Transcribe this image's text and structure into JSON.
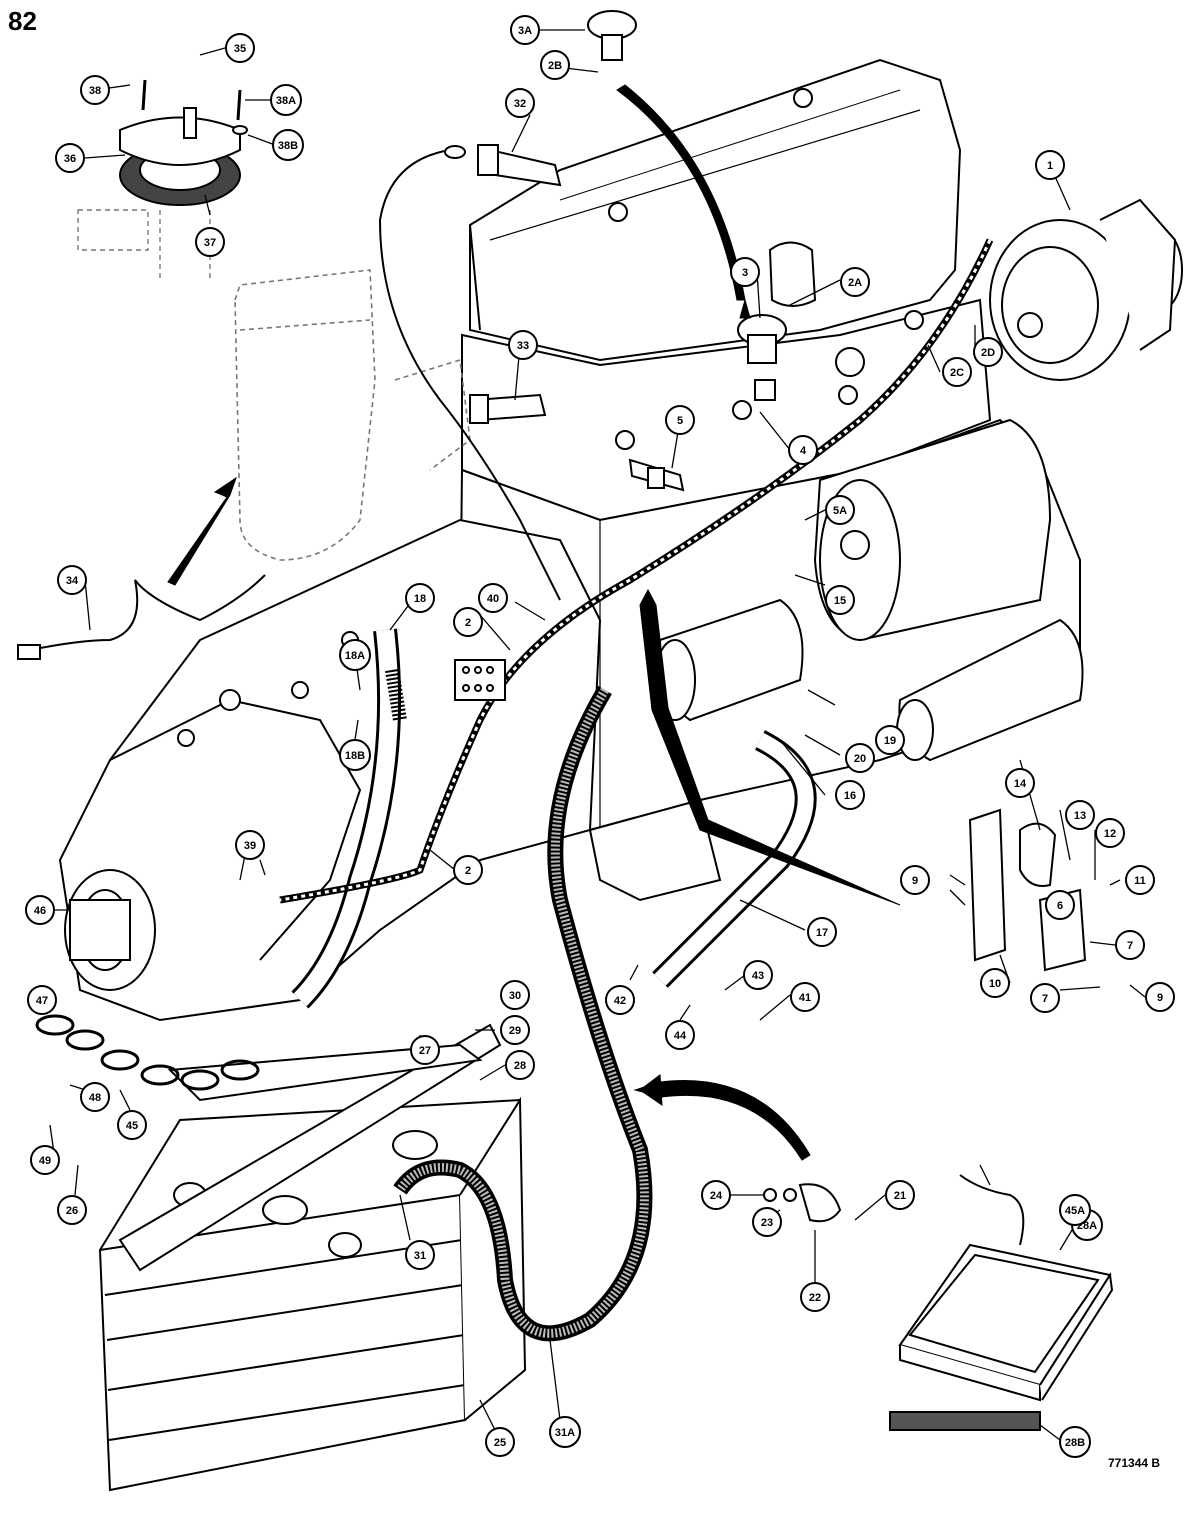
{
  "page_number": "82",
  "drawing_id": "771344 B",
  "callouts": [
    {
      "id": "c1",
      "label": "1"
    },
    {
      "id": "c2a",
      "label": "2"
    },
    {
      "id": "c2b",
      "label": "2"
    },
    {
      "id": "c2A",
      "label": "2A"
    },
    {
      "id": "c2B",
      "label": "2B"
    },
    {
      "id": "c2C",
      "label": "2C"
    },
    {
      "id": "c2D",
      "label": "2D"
    },
    {
      "id": "c3",
      "label": "3"
    },
    {
      "id": "c3A",
      "label": "3A"
    },
    {
      "id": "c4",
      "label": "4"
    },
    {
      "id": "c5",
      "label": "5"
    },
    {
      "id": "c5A",
      "label": "5A"
    },
    {
      "id": "c6",
      "label": "6"
    },
    {
      "id": "c7a",
      "label": "7"
    },
    {
      "id": "c7b",
      "label": "7"
    },
    {
      "id": "c9a",
      "label": "9"
    },
    {
      "id": "c9b",
      "label": "9"
    },
    {
      "id": "c10",
      "label": "10"
    },
    {
      "id": "c11",
      "label": "11"
    },
    {
      "id": "c12",
      "label": "12"
    },
    {
      "id": "c13",
      "label": "13"
    },
    {
      "id": "c14",
      "label": "14"
    },
    {
      "id": "c15",
      "label": "15"
    },
    {
      "id": "c16",
      "label": "16"
    },
    {
      "id": "c17",
      "label": "17"
    },
    {
      "id": "c18",
      "label": "18"
    },
    {
      "id": "c18A",
      "label": "18A"
    },
    {
      "id": "c18B",
      "label": "18B"
    },
    {
      "id": "c19",
      "label": "19"
    },
    {
      "id": "c20",
      "label": "20"
    },
    {
      "id": "c21",
      "label": "21"
    },
    {
      "id": "c22",
      "label": "22"
    },
    {
      "id": "c23",
      "label": "23"
    },
    {
      "id": "c24",
      "label": "24"
    },
    {
      "id": "c25",
      "label": "25"
    },
    {
      "id": "c26",
      "label": "26"
    },
    {
      "id": "c27",
      "label": "27"
    },
    {
      "id": "c28",
      "label": "28"
    },
    {
      "id": "c28A",
      "label": "28A"
    },
    {
      "id": "c28B",
      "label": "28B"
    },
    {
      "id": "c29",
      "label": "29"
    },
    {
      "id": "c30",
      "label": "30"
    },
    {
      "id": "c31",
      "label": "31"
    },
    {
      "id": "c31A",
      "label": "31A"
    },
    {
      "id": "c32",
      "label": "32"
    },
    {
      "id": "c33",
      "label": "33"
    },
    {
      "id": "c34",
      "label": "34"
    },
    {
      "id": "c35",
      "label": "35"
    },
    {
      "id": "c36",
      "label": "36"
    },
    {
      "id": "c37",
      "label": "37"
    },
    {
      "id": "c38",
      "label": "38"
    },
    {
      "id": "c38A",
      "label": "38A"
    },
    {
      "id": "c38B",
      "label": "38B"
    },
    {
      "id": "c39",
      "label": "39"
    },
    {
      "id": "c40",
      "label": "40"
    },
    {
      "id": "c41",
      "label": "41"
    },
    {
      "id": "c42",
      "label": "42"
    },
    {
      "id": "c43",
      "label": "43"
    },
    {
      "id": "c44",
      "label": "44"
    },
    {
      "id": "c45",
      "label": "45"
    },
    {
      "id": "c45A",
      "label": "45A"
    },
    {
      "id": "c46",
      "label": "46"
    },
    {
      "id": "c47",
      "label": "47"
    },
    {
      "id": "c48",
      "label": "48"
    },
    {
      "id": "c49",
      "label": "49"
    }
  ]
}
